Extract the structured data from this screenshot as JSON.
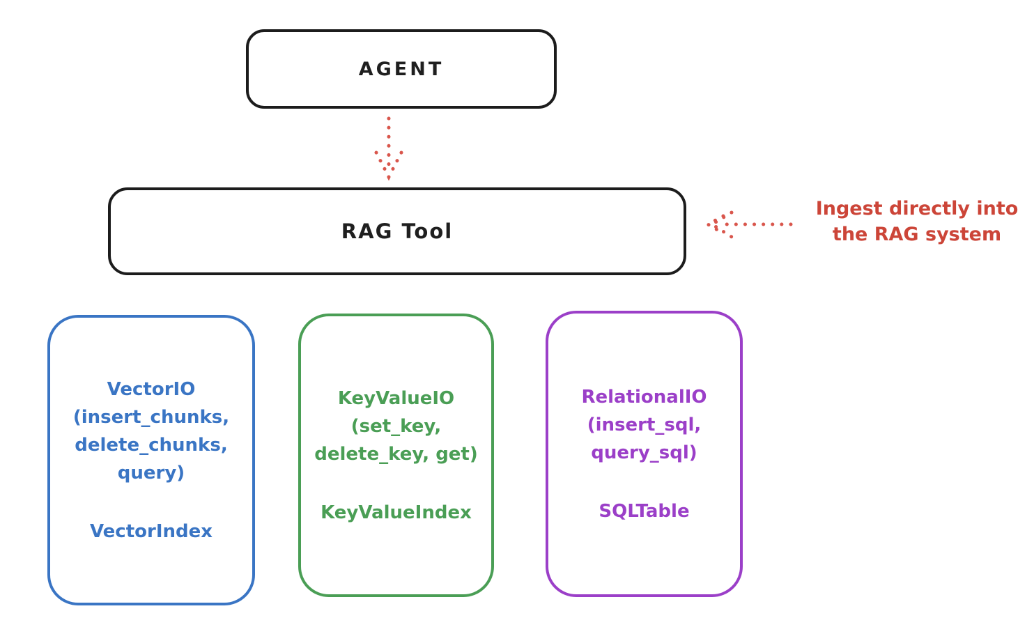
{
  "agent_box": {
    "label": "AGENT"
  },
  "rag_tool_box": {
    "label": "RAG Tool"
  },
  "ingest_annotation": {
    "line1": "Ingest directly into",
    "line2": "the RAG system"
  },
  "stores": [
    {
      "name": "vector-io",
      "lines": [
        "VectorIO",
        "(insert_chunks,",
        "delete_chunks,",
        "query)"
      ],
      "index_label": "VectorIndex",
      "color": "#3a75c4"
    },
    {
      "name": "keyvalue-io",
      "lines": [
        "KeyValueIO",
        "(set_key,",
        "delete_key, get)"
      ],
      "index_label": "KeyValueIndex",
      "color": "#4a9e55"
    },
    {
      "name": "relational-io",
      "lines": [
        "RelationalIO",
        "(insert_sql,",
        "query_sql)"
      ],
      "index_label": "SQLTable",
      "color": "#9b3fc8"
    }
  ],
  "colors": {
    "box_stroke": "#1c1c1c",
    "red_accent": "#cc4538",
    "arrow_red": "#d9564c",
    "blue": "#3a75c4",
    "green": "#4a9e55",
    "purple": "#9b3fc8",
    "background": "#ffffff"
  }
}
